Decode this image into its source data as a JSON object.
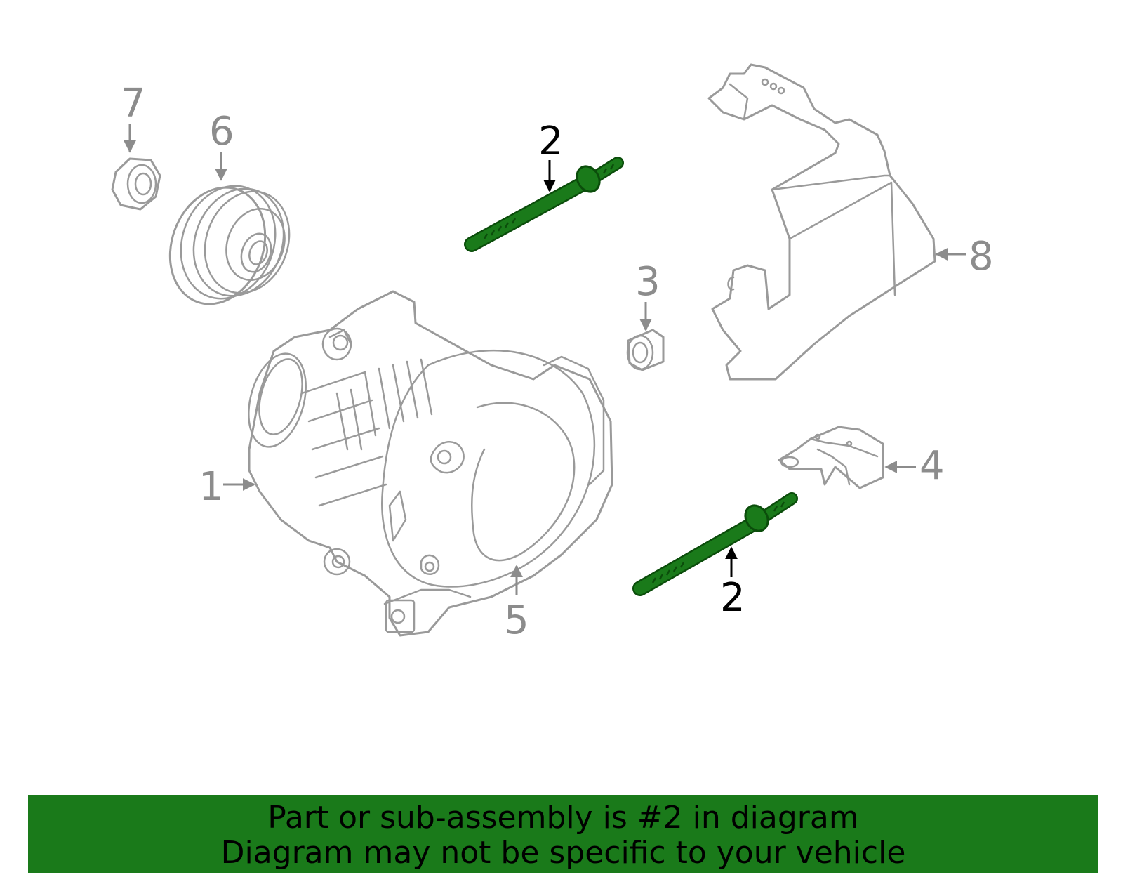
{
  "callouts": {
    "c1": "1",
    "c2_top": "2",
    "c2_bottom": "2",
    "c3": "3",
    "c4": "4",
    "c5": "5",
    "c6": "6",
    "c7": "7",
    "c8": "8"
  },
  "highlighted_callout": "2",
  "colors": {
    "highlight": "#1a7a1a",
    "part_outline": "#9a9a9a",
    "callout_text": "#8c8c8c",
    "banner_bg": "#1a7a1a"
  },
  "banner": {
    "line1": "Part or sub-assembly is #2 in diagram",
    "line2": "Diagram may not be specific to your vehicle"
  }
}
